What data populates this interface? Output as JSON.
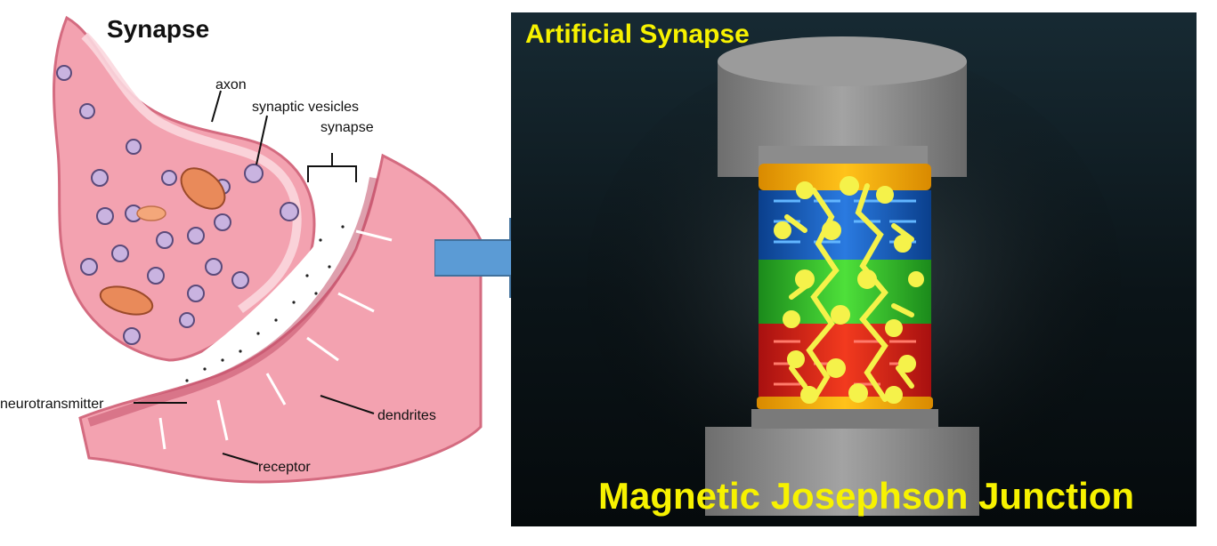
{
  "left": {
    "title": "Synapse",
    "labels": {
      "axon": "axon",
      "vesicles": "synaptic vesicles",
      "synapse": "synapse",
      "neurotransmitter": "neurotransmitter",
      "dendrites": "dendrites",
      "receptor": "receptor"
    }
  },
  "right": {
    "title": "Artificial Synapse",
    "caption": "Magnetic Josephson Junction"
  },
  "colors": {
    "accent_yellow": "#f7f200",
    "arrow_blue": "#5b9bd5",
    "tissue_pink": "#f0a0ac"
  }
}
